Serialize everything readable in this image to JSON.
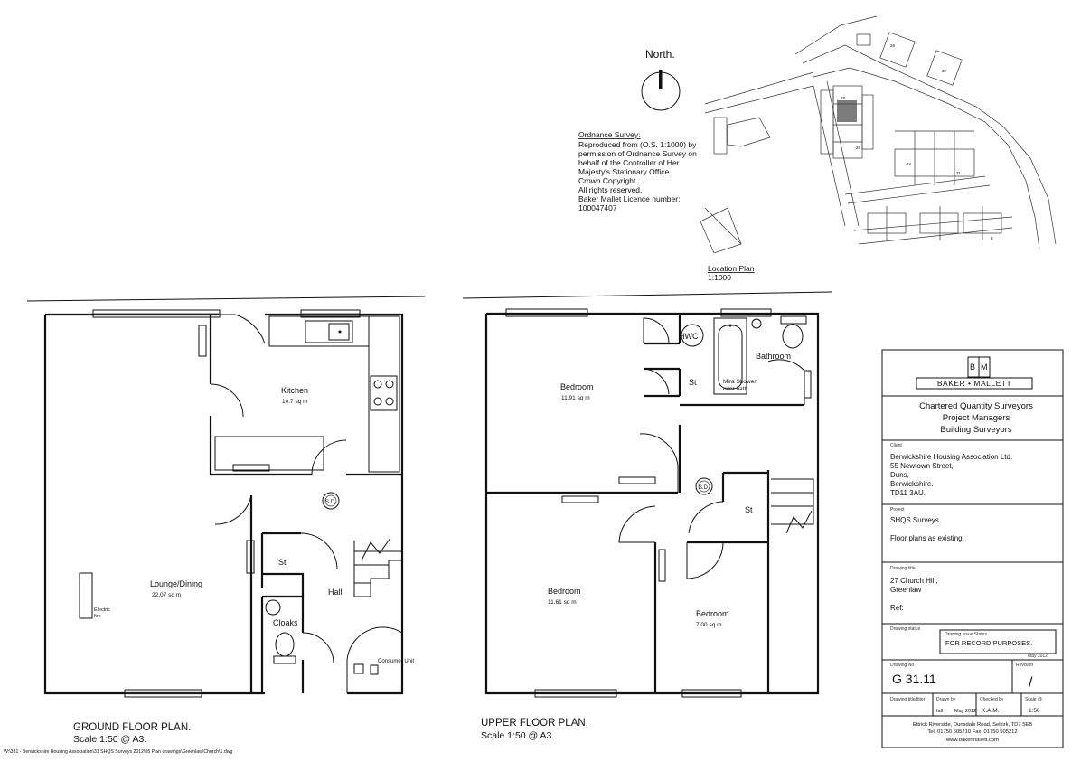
{
  "north": {
    "label": "North."
  },
  "ordnance_survey": {
    "heading": "Ordnance Survey:",
    "lines": [
      "Reproduced from (O.S. 1:1000) by",
      "permission of Ordnance Survey on",
      "behalf of the Controller of Her",
      "Majesty's Stationary Office.",
      "Crown Copyright.",
      "All rights reserved.",
      "Baker Mallet Licence number:",
      "100047407"
    ]
  },
  "location_plan": {
    "title": "Location Plan",
    "scale": "1:1000",
    "plot_numbers": [
      "26",
      "32",
      "28",
      "29",
      "24",
      "31",
      "8"
    ]
  },
  "ground_floor": {
    "title": "GROUND FLOOR  PLAN.",
    "scale": "Scale 1:50 @ A3.",
    "kitchen": {
      "name": "Kitchen",
      "area": "10.7 sq m"
    },
    "lounge": {
      "name": "Lounge/Dining",
      "area": "22.07 sq m"
    },
    "store": "St",
    "hall": "Hall",
    "cloaks": "Cloaks",
    "electric_fire": [
      "Electric",
      "fire"
    ],
    "consumer_unit": "Consumer Unit",
    "smoke_detector": "S.D"
  },
  "upper_floor": {
    "title": "UPPER FLOOR  PLAN.",
    "scale": "Scale 1:50 @ A3.",
    "bedroom1": {
      "name": "Bedroom",
      "area": "11.91 sq m"
    },
    "bedroom2": {
      "name": "Bedroom",
      "area": "11.61 sq m"
    },
    "bedroom3": {
      "name": "Bedroom",
      "area": "7.00 sq m"
    },
    "hwc": "HWC",
    "bathroom": "Bathroom",
    "shower": [
      "Mira Shower",
      "over bath"
    ],
    "store1": "St",
    "store2": "St",
    "smoke_detector": "S.D"
  },
  "title_block": {
    "company": "BAKER • MALLETT",
    "services": [
      "Chartered Quantity Surveyors",
      "Project Managers",
      "Building Surveyors"
    ],
    "client_label": "Client",
    "client": [
      "Berwickshire Housing Association Ltd.",
      "55 Newtown Street,",
      "Duns,",
      "Berwickshire.",
      "TD11 3AU."
    ],
    "project_label": "Project",
    "project": [
      "SHQS Surveys.",
      "Floor plans as existing."
    ],
    "drawing_title_label": "Drawing title",
    "address": [
      "27 Church Hill,",
      "Greenlaw"
    ],
    "ref": "Ref:",
    "drawing_status_label": "Drawing status",
    "status_label": "Drawing issue Status",
    "status": "FOR RECORD PURPOSES.",
    "status_date": "May 2012",
    "drawing_no_label": "Drawing No",
    "drawing_no": "G 31.11",
    "revision_label": "Revision",
    "revision": "/",
    "drawn_by_label": "Drawing title/filter",
    "drawn_by_val": "fall",
    "date_label": "Drawn by",
    "date_val": "May 2012",
    "checked_label": "Checked by",
    "checked_val": "K.A.M.",
    "scale_label": "Scale @",
    "scale_val": "1:50",
    "office": "Ettrick Riverside, Dunsdale Road, Selkirk, TD7 5EB",
    "tel": "Tel:  01750 505210    Fax:  01750 505212",
    "web": "www.bakermallett.com"
  },
  "file_path": "W:\\331 - Berwickshire Housing Association\\31 SHQS Surveys 2012\\05 Plan drawings\\Greenlaw\\Church\\1.dwg"
}
